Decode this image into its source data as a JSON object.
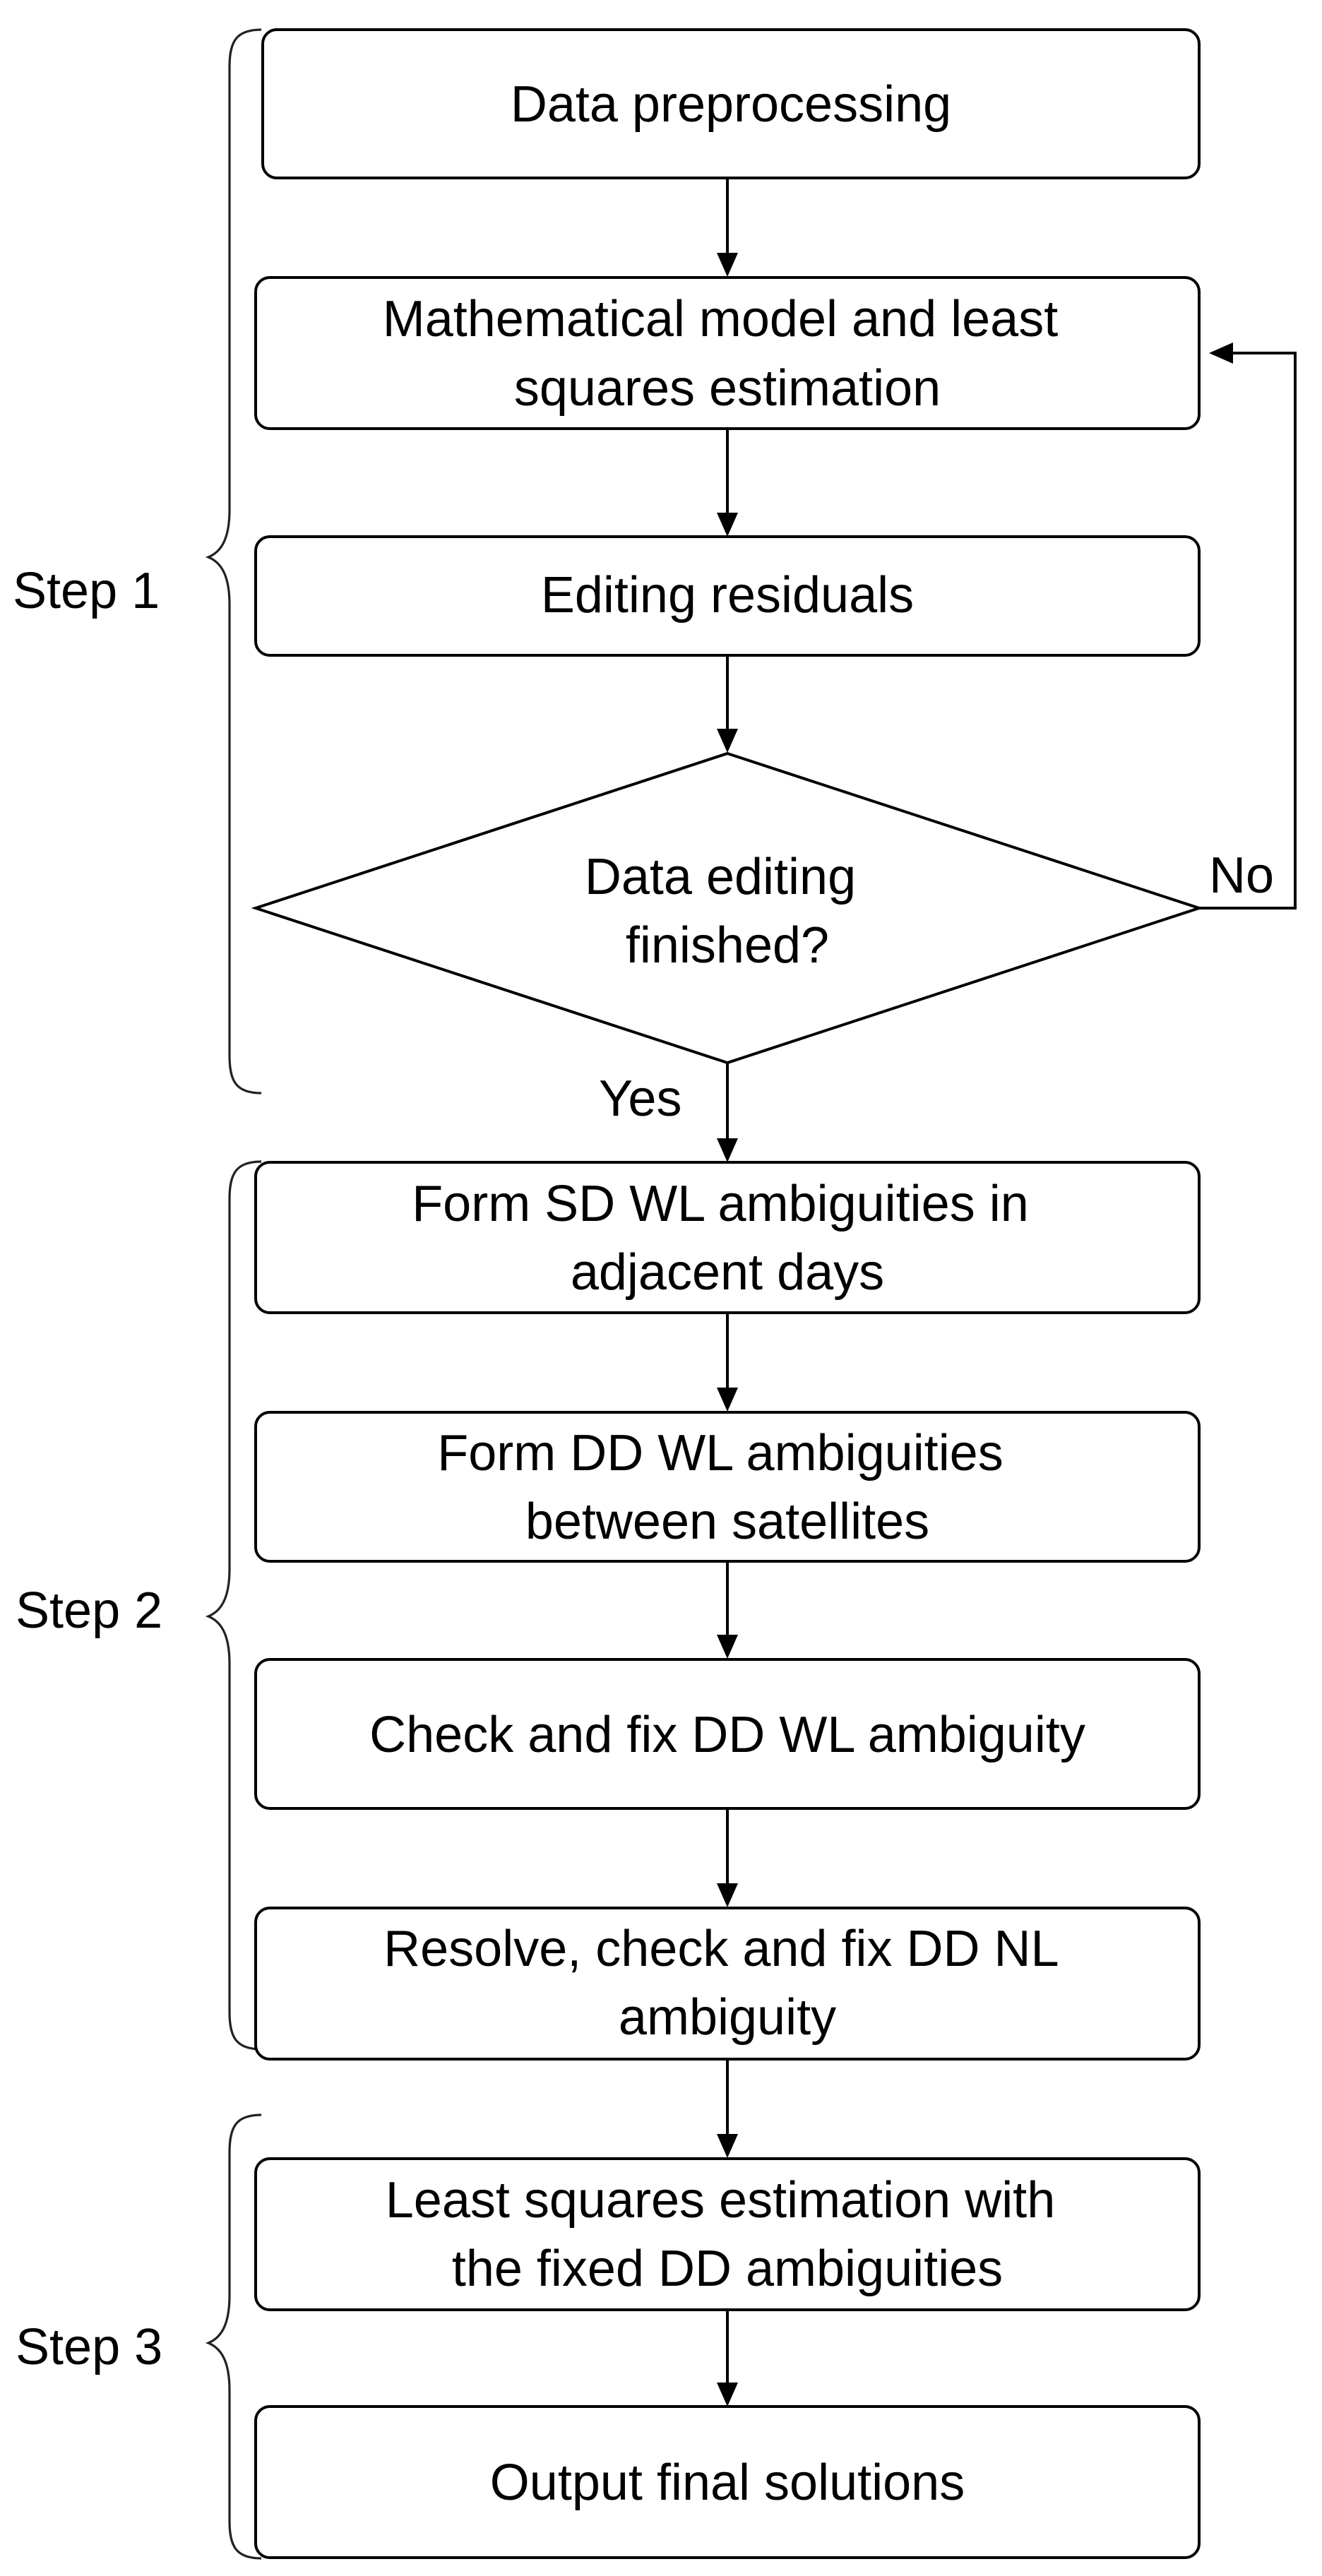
{
  "steps": {
    "step1": "Step 1",
    "step2": "Step 2",
    "step3": "Step 3"
  },
  "nodes": {
    "data_preprocessing": [
      "Data preprocessing"
    ],
    "math_model": [
      "Mathematical model and least",
      "squares estimation"
    ],
    "editing_residuals": [
      "Editing residuals"
    ],
    "decision": [
      "Data editing",
      "finished?"
    ],
    "form_sd": [
      "Form SD WL ambiguities in",
      "adjacent days"
    ],
    "form_dd": [
      "Form DD WL ambiguities",
      "between satellites"
    ],
    "check_fix_wl": [
      "Check and fix DD WL ambiguity"
    ],
    "resolve_nl": [
      "Resolve, check and fix DD NL",
      "ambiguity"
    ],
    "least_squares_fixed": [
      "Least squares estimation with",
      "the fixed DD ambiguities"
    ],
    "output_final": [
      "Output final solutions"
    ]
  },
  "edge_labels": {
    "no": "No",
    "yes": "Yes"
  }
}
